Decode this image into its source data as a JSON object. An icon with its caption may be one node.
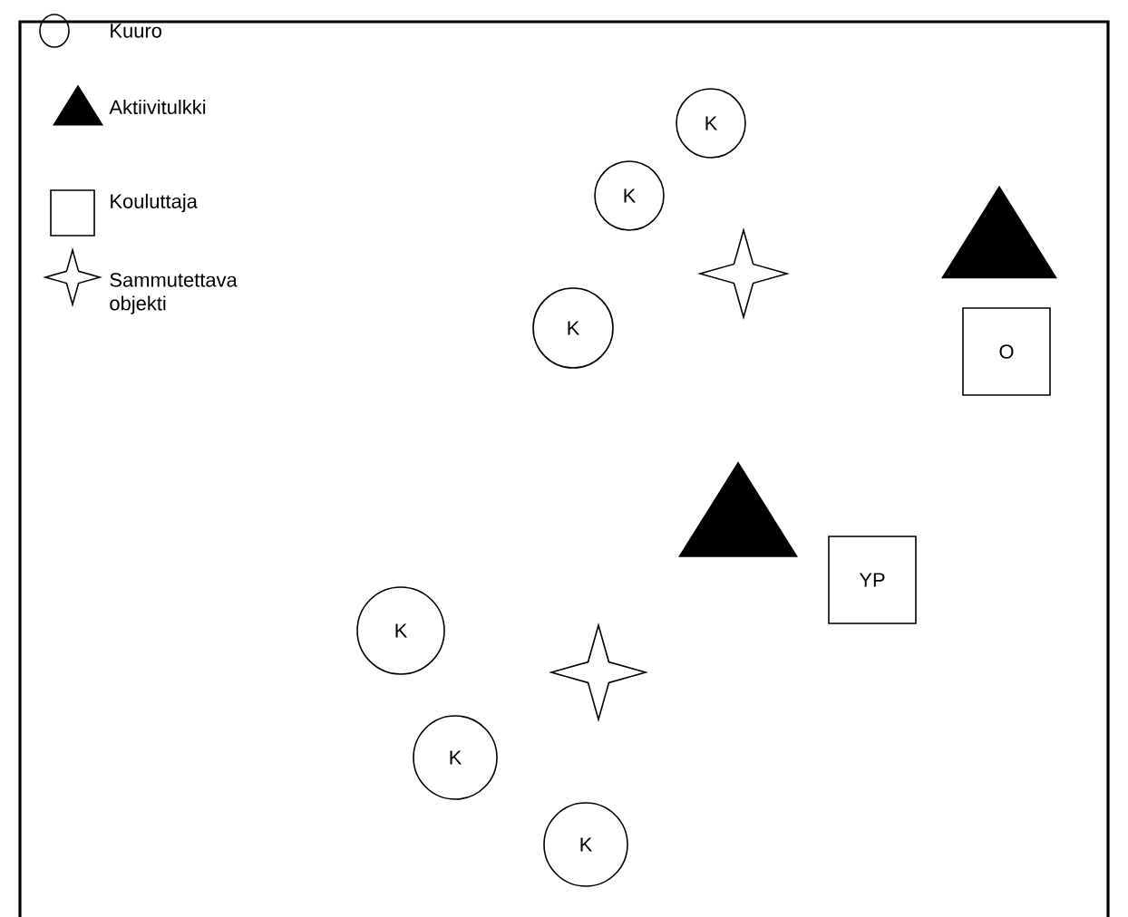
{
  "diagram": {
    "nodes": [
      {
        "text": [
          "K"
        ]
      },
      {
        "text": [
          "K"
        ]
      },
      {
        "text": [],
        "shape": "triangle"
      },
      {
        "text": [],
        "shape": "star"
      },
      {
        "text": [
          "K"
        ]
      },
      {
        "text": [
          "O"
        ]
      },
      {
        "text": [],
        "shape": "triangle"
      },
      {
        "text": [
          "YP"
        ]
      },
      {
        "text": [
          "K"
        ]
      },
      {
        "text": [],
        "shape": "star"
      },
      {
        "text": [
          "K"
        ]
      },
      {
        "text": [
          "K"
        ]
      }
    ],
    "legend": [
      {
        "text": "Kuuro"
      },
      {
        "text": "Aktiivitulkki"
      },
      {
        "text": "Kouluttaja"
      },
      {
        "text": "Sammutettava objekti"
      }
    ]
  }
}
